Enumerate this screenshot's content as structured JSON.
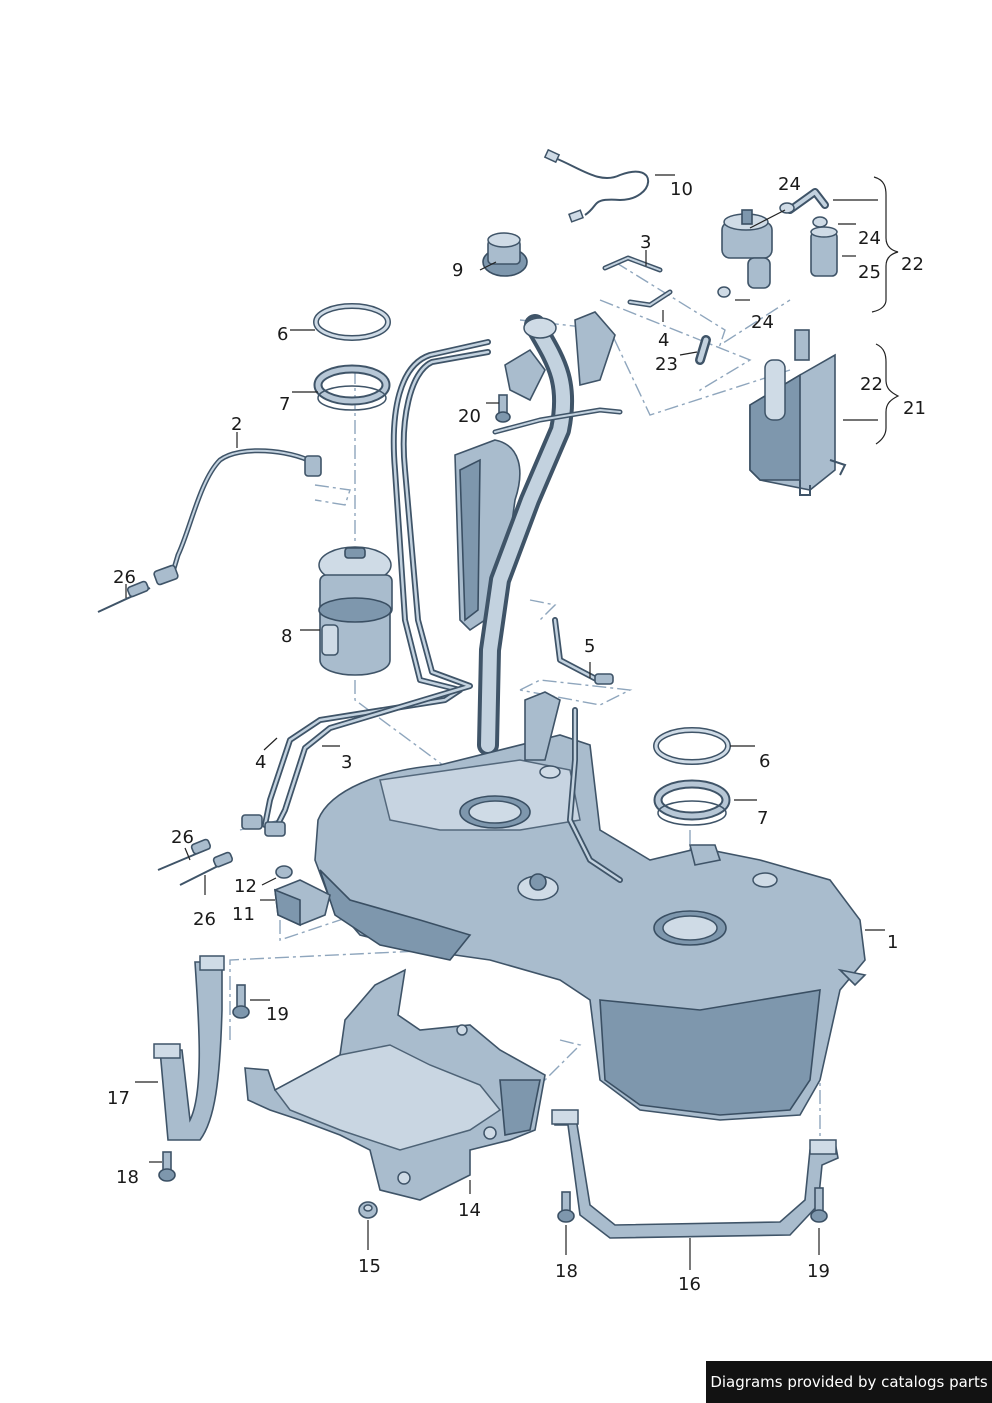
{
  "callouts": [
    "1",
    "2",
    "3",
    "4",
    "5",
    "6",
    "7",
    "8",
    "9",
    "10",
    "11",
    "12",
    "14",
    "15",
    "16",
    "17",
    "18",
    "19",
    "20",
    "21",
    "22",
    "23",
    "24",
    "25",
    "26"
  ],
  "footer": {
    "text": "Diagrams provided by catalogs parts"
  },
  "colors": {
    "part_fill": "#a9bccd",
    "part_stroke": "#3f5468",
    "leader_dash": "#8fa6bd",
    "footer_bg": "#121212"
  }
}
